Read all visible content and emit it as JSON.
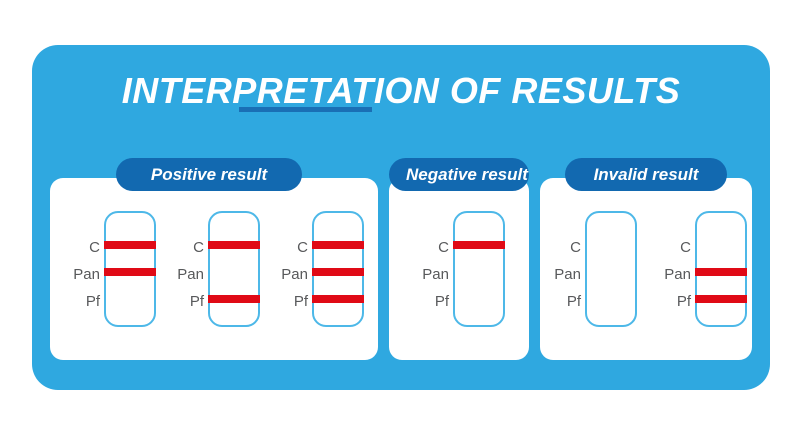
{
  "title": {
    "text": "INTERPRETATION OF RESULTS",
    "color": "#ffffff",
    "underline_color": "#1a6fb5"
  },
  "colors": {
    "card_background": "#2fa8e0",
    "panel_background": "#ffffff",
    "pill_background": "#1269b0",
    "cassette_border": "#4db8e8",
    "band_red": "#e00a16",
    "label_gray": "#58595b"
  },
  "line_labels": [
    "C",
    "Pan",
    "Pf"
  ],
  "panels": [
    {
      "pill_label": "Positive result",
      "strips": [
        {
          "labels": [
            "C",
            "Pan",
            "Pf"
          ],
          "bands": {
            "C": true,
            "Pan": true,
            "Pf": false
          }
        },
        {
          "labels": [
            "C",
            "Pan",
            "Pf"
          ],
          "bands": {
            "C": true,
            "Pan": false,
            "Pf": true
          }
        },
        {
          "labels": [
            "C",
            "Pan",
            "Pf"
          ],
          "bands": {
            "C": true,
            "Pan": true,
            "Pf": true
          }
        }
      ]
    },
    {
      "pill_label": "Negative result",
      "strips": [
        {
          "labels": [
            "C",
            "Pan",
            "Pf"
          ],
          "bands": {
            "C": true,
            "Pan": false,
            "Pf": false
          }
        }
      ]
    },
    {
      "pill_label": "Invalid result",
      "strips": [
        {
          "labels": [
            "C",
            "Pan",
            "Pf"
          ],
          "bands": {
            "C": false,
            "Pan": false,
            "Pf": false
          }
        },
        {
          "labels": [
            "C",
            "Pan",
            "Pf"
          ],
          "bands": {
            "C": false,
            "Pan": true,
            "Pf": true
          }
        }
      ]
    }
  ]
}
